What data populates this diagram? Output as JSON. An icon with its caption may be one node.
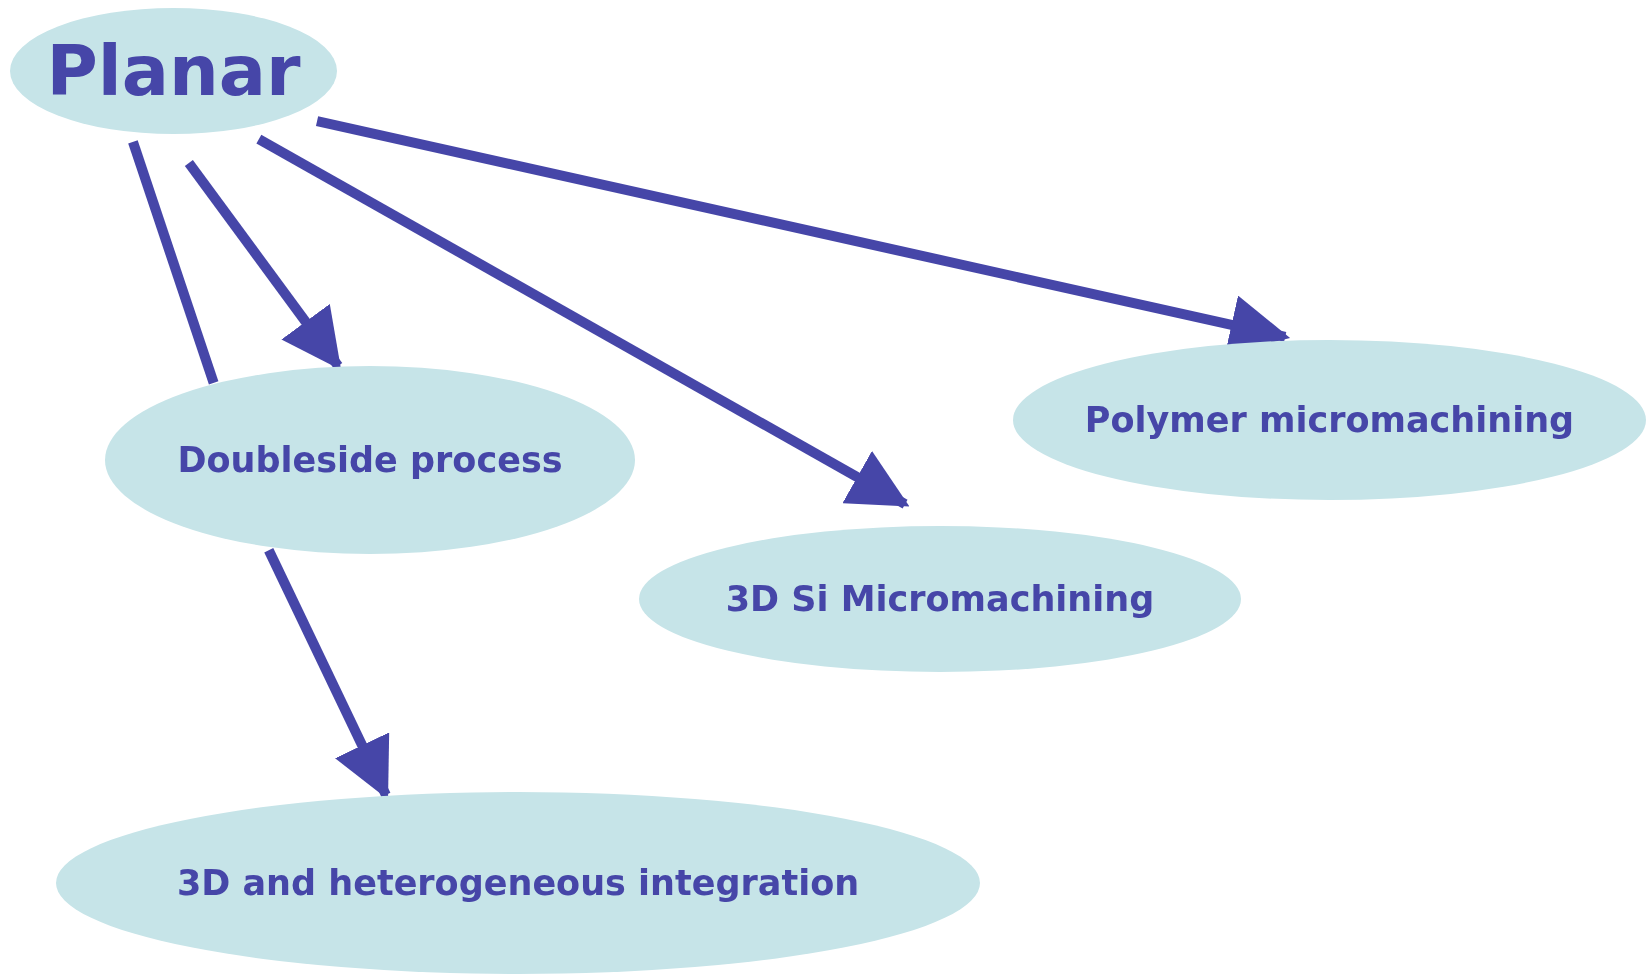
{
  "diagram": {
    "nodes": [
      {
        "text": [
          "Planar"
        ]
      },
      {
        "text": [
          "Doubleside process"
        ]
      },
      {
        "text": [
          "Polymer micromachining"
        ]
      },
      {
        "text": [
          "3D Si Micromachining"
        ]
      },
      {
        "text": [
          "3D and heterogeneous integration"
        ]
      }
    ],
    "edges": [
      {
        "from": 0,
        "to": 1,
        "arrow": "to"
      },
      {
        "from": 0,
        "to": 1,
        "arrow": "none"
      },
      {
        "from": 1,
        "to": 4,
        "arrow": "to"
      },
      {
        "from": 0,
        "to": 3,
        "arrow": "to"
      },
      {
        "from": 0,
        "to": 2,
        "arrow": "to"
      }
    ]
  }
}
